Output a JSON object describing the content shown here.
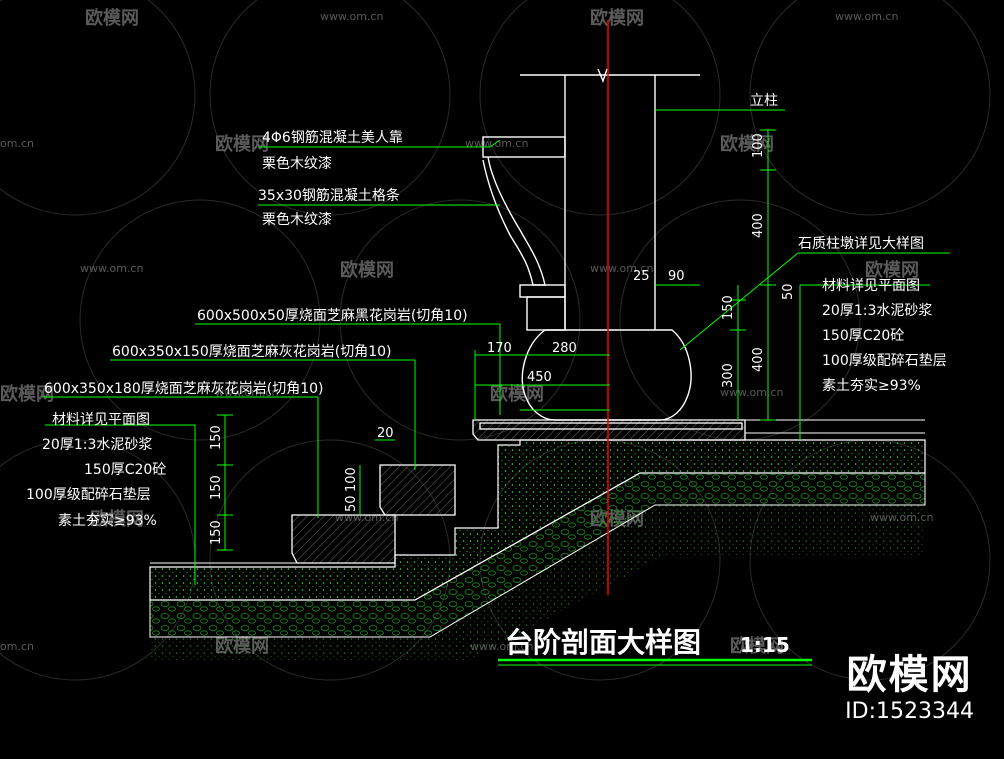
{
  "drawing": {
    "title": "台阶剖面大样图",
    "scale": "1:15"
  },
  "labels": {
    "column": "立柱",
    "backrest_1": "4Φ6钢筋混凝土美人靠",
    "backrest_2": "栗色木纹漆",
    "slat_1": "35x30钢筋混凝土格条",
    "slat_2": "栗色木纹漆",
    "pier_ref": "石质柱墩详见大样图",
    "slab_top": "600x500x50厚烧面芝麻黑花岗岩(切角10)",
    "slab_mid": "600x350x150厚烧面芝麻灰花岗岩(切角10)",
    "slab_low": "600x350x180厚烧面芝麻灰花岗岩(切角10)"
  },
  "layers_right": [
    "材料详见平面图",
    "20厚1:3水泥砂浆",
    "150厚C20砼",
    "100厚级配碎石垫层",
    "素土夯实≥93%"
  ],
  "layers_left": [
    "材料详见平面图",
    "20厚1:3水泥砂浆",
    "150厚C20砼",
    "100厚级配碎石垫层",
    "素土夯实≥93%"
  ],
  "dims": {
    "d100": "100",
    "d400a": "400",
    "d25": "25",
    "d90": "90",
    "d50": "50",
    "d150a": "150",
    "d400b": "400",
    "d300": "300",
    "d170": "170",
    "d280": "280",
    "d450": "450",
    "d150_1": "150",
    "d150_2": "150",
    "d150_3": "150",
    "d20": "20",
    "d100s": "100",
    "d50s": "50"
  },
  "watermarks": {
    "brand": "欧模网",
    "site": "www.om.cn",
    "site_short": "om.cn"
  },
  "brand": {
    "name": "欧模网",
    "id": "ID:1523344"
  },
  "colors": {
    "background": "#000000",
    "linework": "#ffffff",
    "leaders": "#00ff00",
    "axis": "#ff0000",
    "gravel": "#00a000"
  }
}
